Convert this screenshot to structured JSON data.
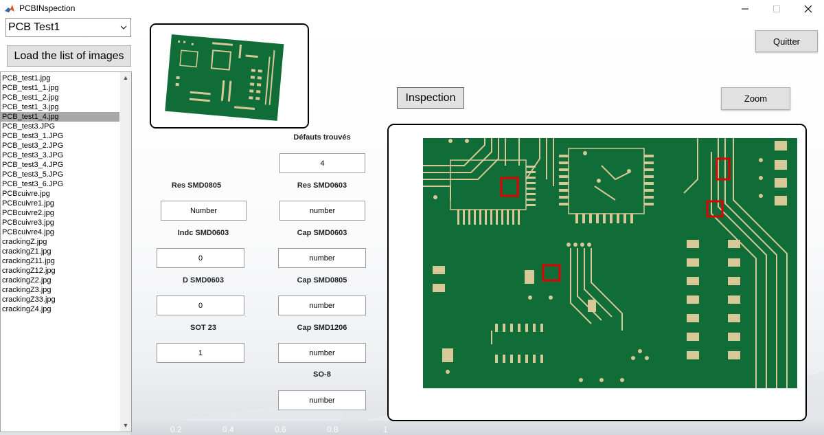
{
  "window": {
    "title": "PCBINspection"
  },
  "controls": {
    "dataset_value": "PCB Test1",
    "load_button": "Load the list of images",
    "quit_button": "Quitter",
    "inspection_button": "Inspection",
    "zoom_button": "Zoom"
  },
  "file_list": {
    "selected": "PCB_test1_4.jpg",
    "items": [
      "PCB_test1.jpg",
      "PCB_test1_1.jpg",
      "PCB_test1_2.jpg",
      "PCB_test1_3.jpg",
      "PCB_test1_4.jpg",
      "PCB_test3.JPG",
      "PCB_test3_1.JPG",
      "PCB_test3_2.JPG",
      "PCB_test3_3.JPG",
      "PCB_test3_4.JPG",
      "PCB_test3_5.JPG",
      "PCB_test3_6.JPG",
      "PCBcuivre.jpg",
      "PCBcuivre1.jpg",
      "PCBcuivre2.jpg",
      "PCBcuivre3.jpg",
      "PCBcuivre4.jpg",
      "crackingZ.jpg",
      "crackingZ1.jpg",
      "crackingZ11.jpg",
      "crackingZ12.jpg",
      "crackingZ2.jpg",
      "crackingZ3.jpg",
      "crackingZ33.jpg",
      "crackingZ4.jpg"
    ]
  },
  "defects": {
    "label": "Défauts trouvés",
    "value": "4"
  },
  "fields": {
    "res0805": {
      "label": "Res SMD0805",
      "value": "Number"
    },
    "res0603": {
      "label": "Res SMD0603",
      "value": "number"
    },
    "indc0603": {
      "label": "Indc SMD0603",
      "value": "0"
    },
    "cap0603": {
      "label": "Cap SMD0603",
      "value": "number"
    },
    "d0603": {
      "label": "D SMD0603",
      "value": "0"
    },
    "cap0805": {
      "label": "Cap SMD0805",
      "value": "number"
    },
    "sot23": {
      "label": "SOT 23",
      "value": "1"
    },
    "cap1206": {
      "label": "Cap SMD1206",
      "value": "number"
    },
    "so8": {
      "label": "SO-8",
      "value": "number"
    }
  },
  "axis_ticks": [
    "0.2",
    "0.4",
    "0.6",
    "0.8",
    "1"
  ],
  "colors": {
    "pcb_green": "#106d37",
    "pad_tan": "#d7c898",
    "defect_red": "#e00000"
  }
}
